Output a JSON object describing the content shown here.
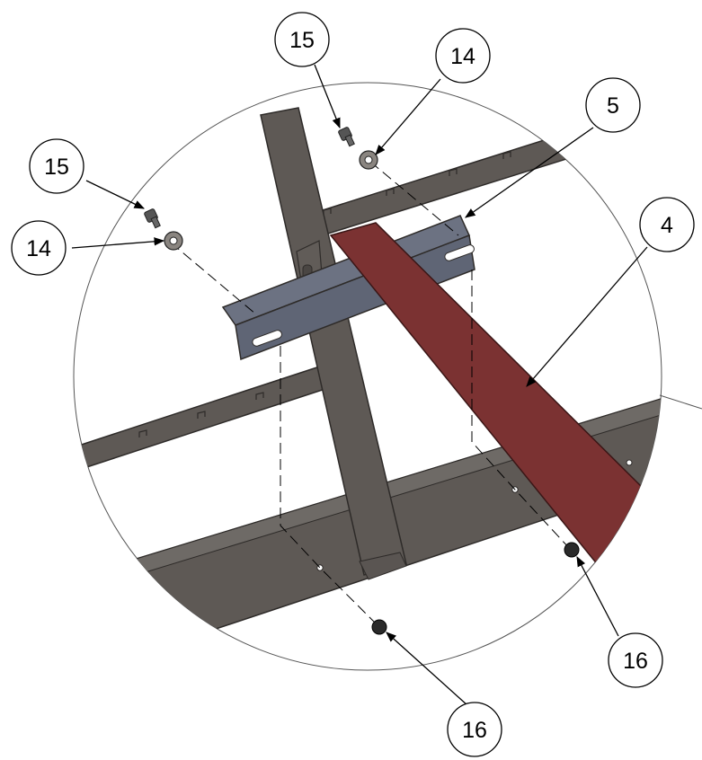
{
  "diagram": {
    "callouts": [
      {
        "id": "c15a",
        "label": "15"
      },
      {
        "id": "c14a",
        "label": "14"
      },
      {
        "id": "c5",
        "label": "5"
      },
      {
        "id": "c15b",
        "label": "15"
      },
      {
        "id": "c14b",
        "label": "14"
      },
      {
        "id": "c4",
        "label": "4"
      },
      {
        "id": "c16a",
        "label": "16"
      },
      {
        "id": "c16b",
        "label": "16"
      }
    ],
    "colors": {
      "frame": "#5e5955",
      "frame_edge": "#2e2b29",
      "brace": "#7b3232",
      "bracket": "#6c7282",
      "outline": "#444444"
    }
  }
}
